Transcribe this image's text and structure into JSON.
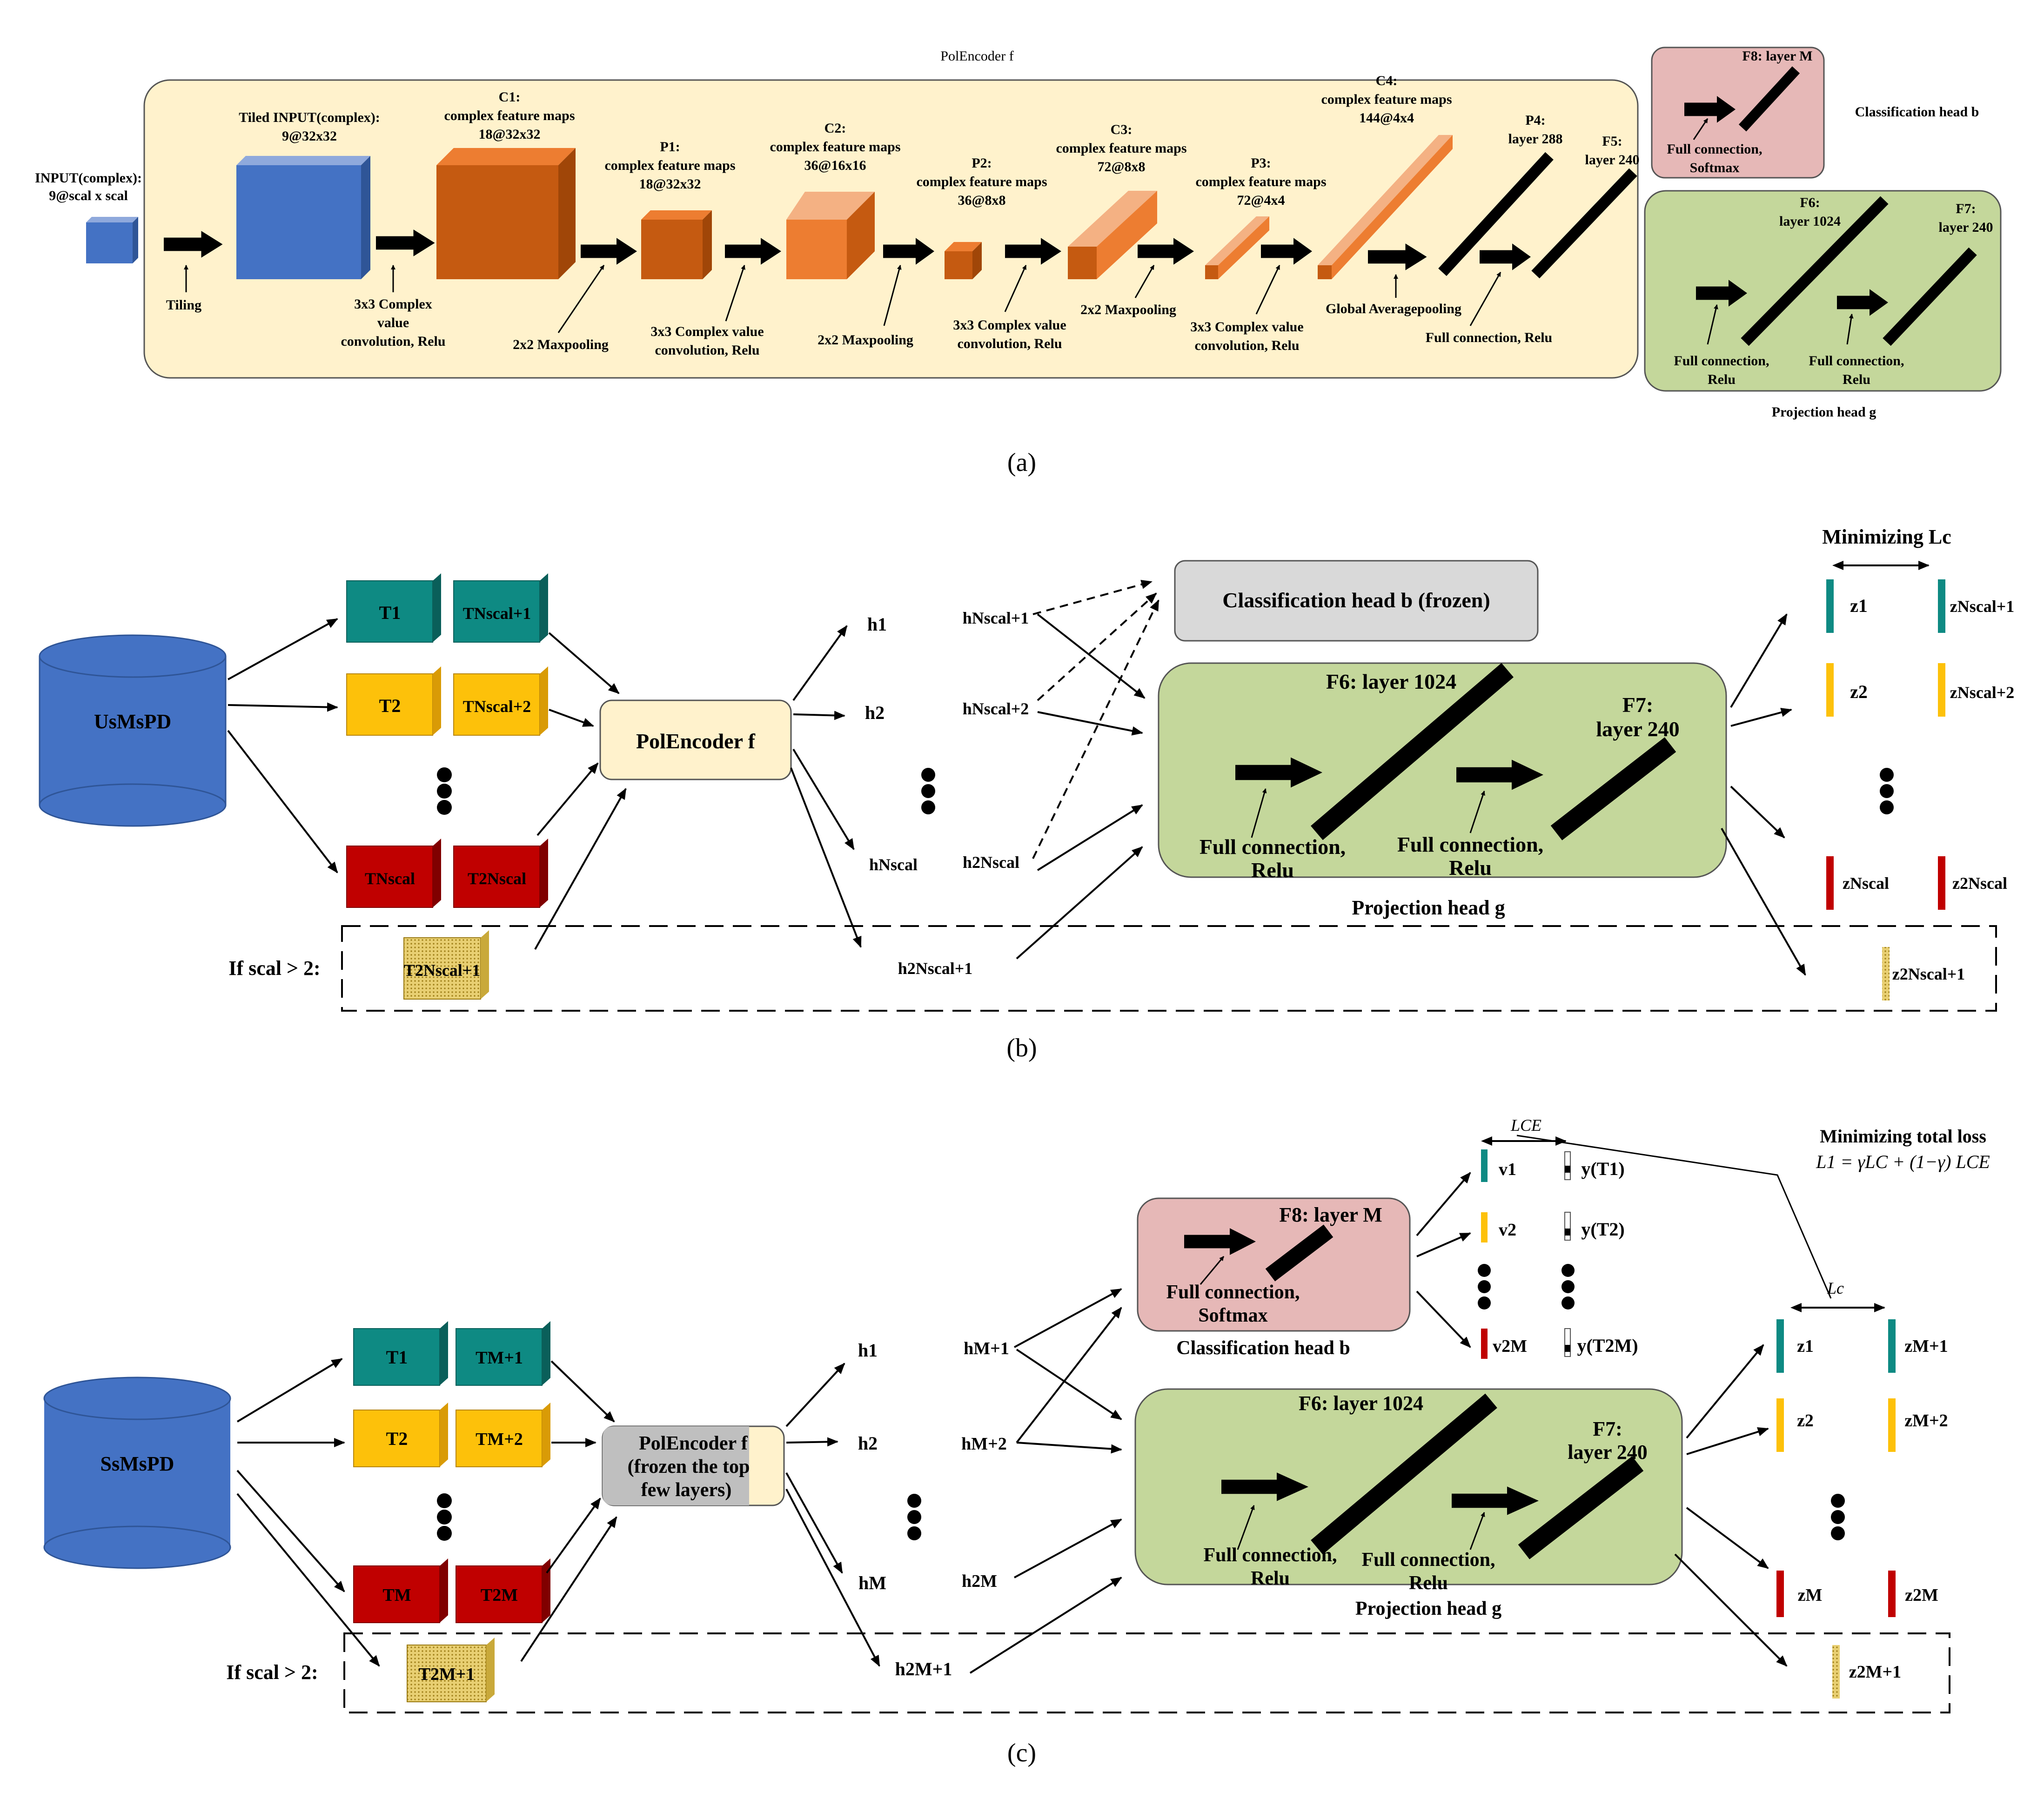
{
  "panel_a": {
    "label": "(a)",
    "encoder_title": "PolEncoder f",
    "input_text": [
      "INPUT(complex):",
      "9@scal x scal"
    ],
    "tiled_text": [
      "Tiled INPUT(complex):",
      "9@32x32"
    ],
    "c1_text": [
      "C1:",
      "complex feature maps",
      "18@32x32"
    ],
    "p1_text": [
      "P1:",
      "complex feature maps",
      "18@32x32"
    ],
    "c2_text": [
      "C2:",
      "complex feature maps",
      "36@16x16"
    ],
    "p2_text": [
      "P2:",
      "complex feature maps",
      "36@8x8"
    ],
    "c3_text": [
      "C3:",
      "complex feature maps",
      "72@8x8"
    ],
    "p3_text": [
      "P3:",
      "complex feature maps",
      "72@4x4"
    ],
    "c4_text": [
      "C4:",
      "complex feature maps",
      "144@4x4"
    ],
    "p4_text": [
      "P4:",
      "layer 288"
    ],
    "f5_text": [
      "F5:",
      "layer 240"
    ],
    "op_tiling": "Tiling",
    "op_conv1": [
      "3x3 Complex",
      "value",
      "convolution, Relu"
    ],
    "op_pool1": "2x2 Maxpooling",
    "op_conv2": [
      "3x3 Complex value",
      "convolution, Relu"
    ],
    "op_pool2": "2x2 Maxpooling",
    "op_conv3": [
      "3x3 Complex value",
      "convolution, Relu"
    ],
    "op_pool3": "2x2 Maxpooling",
    "op_conv4": [
      "3x3 Complex value",
      "convolution, Relu"
    ],
    "op_gap": "Global Averagepooling",
    "op_fc": "Full connection, Relu",
    "f8_label": "F8: layer M",
    "f8_op": [
      "Full connection,",
      "Softmax"
    ],
    "cls_head_label": "Classification head b",
    "f6_label": [
      "F6:",
      "layer 1024"
    ],
    "f7_label": [
      "F7:",
      "layer 240"
    ],
    "f6_op": [
      "Full connection,",
      "Relu"
    ],
    "f7_op": [
      "Full connection,",
      "Relu"
    ],
    "proj_head_label": "Projection head g"
  },
  "panel_b": {
    "label": "(b)",
    "dataset": "UsMsPD",
    "encoder": "PolEncoder f",
    "tiles": [
      "T1",
      "TNscal+1",
      "T2",
      "TNscal+2",
      "TNscal",
      "T2Nscal"
    ],
    "extra_tile": "T2Nscal+1",
    "if_text": "If scal > 2:",
    "h_labels": [
      "h1",
      "h2",
      "hNscal",
      "h2Nscal+1"
    ],
    "h_labels_mid": [
      "hNscal+1",
      "hNscal+2",
      "h2Nscal"
    ],
    "cls_frozen": "Classification head b (frozen)",
    "f6": "F6: layer 1024",
    "f7": [
      "F7:",
      "layer 240"
    ],
    "fc1": [
      "Full connection,",
      "Relu"
    ],
    "fc2": [
      "Full connection,",
      "Relu"
    ],
    "proj_label": "Projection head g",
    "minimizing": "Minimizing Lc",
    "z_labels": [
      "z1",
      "zNscal+1",
      "z2",
      "zNscal+2",
      "zNscal",
      "z2Nscal",
      "z2Nscal+1"
    ]
  },
  "panel_c": {
    "label": "(c)",
    "dataset": "SsMsPD",
    "encoder": [
      "PolEncoder f",
      "(frozen the top",
      "few layers)"
    ],
    "tiles": [
      "T1",
      "TM+1",
      "T2",
      "TM+2",
      "TM",
      "T2M"
    ],
    "extra_tile": "T2M+1",
    "if_text": "If scal > 2:",
    "h_labels": [
      "h1",
      "h2",
      "hM",
      "h2M+1"
    ],
    "h_labels_mid": [
      "hM+1",
      "hM+2",
      "h2M"
    ],
    "f8": "F8: layer M",
    "fc_cls": [
      "Full connection,",
      "Softmax"
    ],
    "cls_label": "Classification head b",
    "f6": "F6: layer 1024",
    "f7": [
      "F7:",
      "layer 240"
    ],
    "fc1": [
      "Full connection,",
      "Relu"
    ],
    "fc2": [
      "Full connection,",
      "Relu"
    ],
    "proj_label": "Projection head g",
    "lce": "LCE",
    "lc": "Lc",
    "total_loss": [
      "Minimizing total loss",
      "L1 = γLC + (1−γ) LCE"
    ],
    "v_labels": [
      "v1",
      "v2",
      "v2M"
    ],
    "y_labels": [
      "y(T1)",
      "y(T2)",
      "y(T2M)"
    ],
    "z_labels": [
      "z1",
      "zM+1",
      "z2",
      "zM+2",
      "zM",
      "z2M",
      "z2M+1"
    ]
  },
  "colors": {
    "teal": "#0e8a83",
    "yellow": "#fdc10a",
    "red": "#c00000",
    "blue": "#4472c4",
    "encoder_bg": "#fff2cc",
    "proj_bg": "#c4d79b",
    "cls_bg": "#e6b8b7",
    "grey": "#d9d9d9",
    "orange": "#c55a11"
  }
}
